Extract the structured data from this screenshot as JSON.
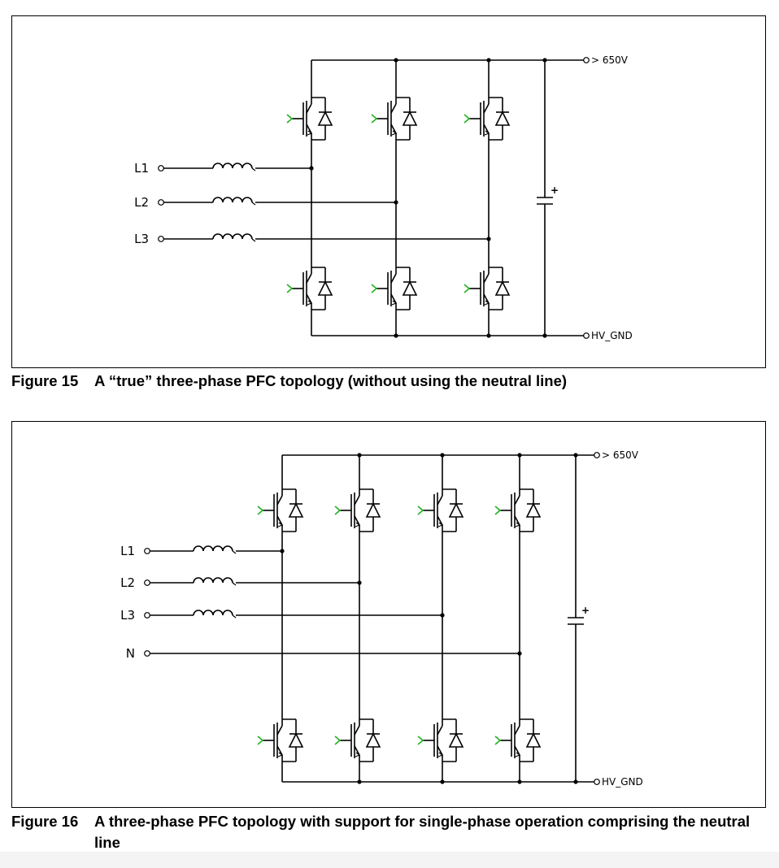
{
  "figure15": {
    "caption_number": "Figure 15",
    "caption_text": "A “true” three-phase PFC topology (without using the neutral line)",
    "inputs": [
      "L1",
      "L2",
      "L3"
    ],
    "rail_high": "> 650V",
    "rail_low": "HV_GND",
    "capacitor_polarity": "+",
    "switch_legs": 3
  },
  "figure16": {
    "caption_number": "Figure 16",
    "caption_text": "A three-phase PFC topology with support for single-phase operation comprising the neutral line",
    "inputs": [
      "L1",
      "L2",
      "L3",
      "N"
    ],
    "rail_high": "> 650V",
    "rail_low": "HV_GND",
    "capacitor_polarity": "+",
    "switch_legs": 4
  },
  "colors": {
    "gate_drive": "#1db31d",
    "wire": "#000000"
  }
}
